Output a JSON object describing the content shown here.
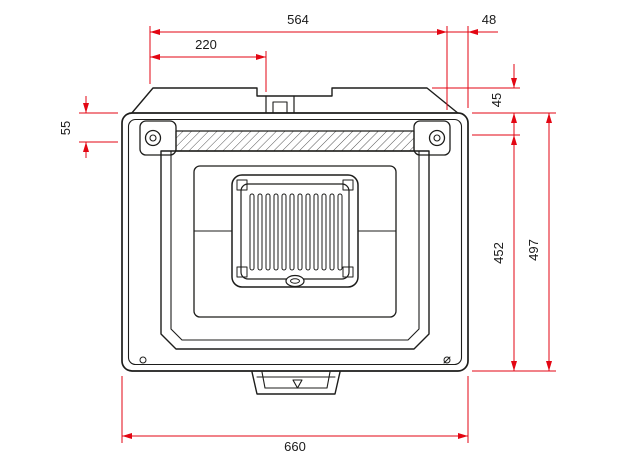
{
  "diagram": {
    "name": "fireplace-insert-top-view-technical-drawing",
    "colors": {
      "dimension_lines": "#e30613",
      "drawing_lines": "#1d1d1b",
      "background": "#ffffff",
      "hatch": "#555555"
    },
    "dimensions": {
      "top_outer": "564",
      "top_right_offset": "48",
      "top_left": "220",
      "left_side": "55",
      "right_upper": "45",
      "right_inner_depth": "452",
      "right_total_depth": "497",
      "bottom_total_width": "660"
    }
  }
}
